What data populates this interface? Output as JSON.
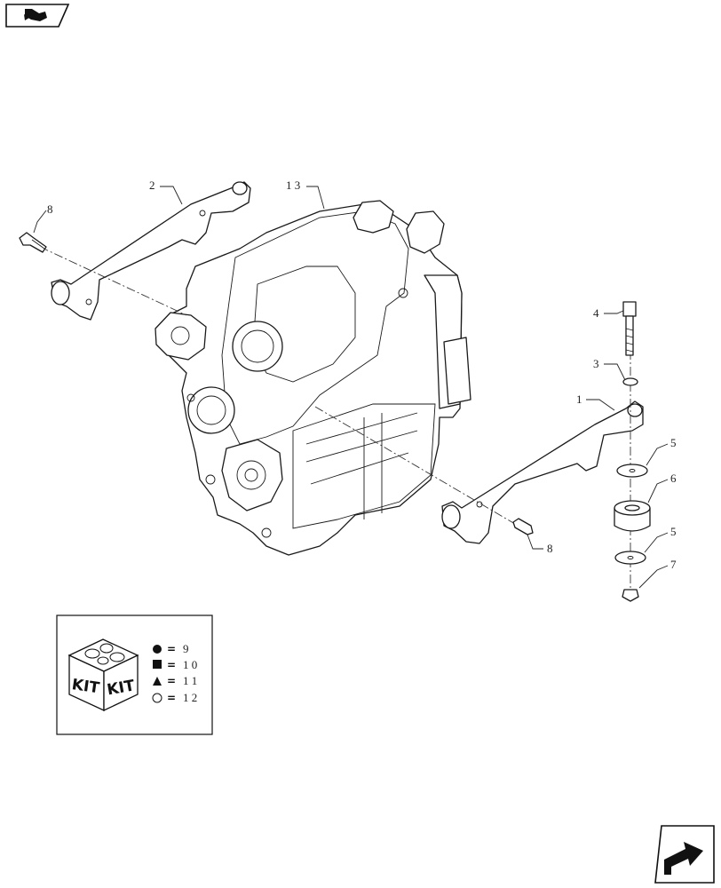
{
  "callouts": {
    "c1": "1",
    "c2": "2",
    "c3": "3",
    "c4": "4",
    "c5a": "5",
    "c5b": "5",
    "c6": "6",
    "c7": "7",
    "c8a": "8",
    "c8b": "8",
    "c13": "1 3"
  },
  "kit": {
    "label_left": "KIT",
    "label_right": "KIT",
    "legend": [
      {
        "symbol": "filled-circle",
        "value": "9"
      },
      {
        "symbol": "filled-square",
        "value": "1 0"
      },
      {
        "symbol": "filled-triangle",
        "value": "1 1"
      },
      {
        "symbol": "open-circle",
        "value": "1 2"
      }
    ],
    "equals": "="
  },
  "icons": {
    "top_left": "book-arrow-icon",
    "bottom_right": "next-page-arrow-icon"
  }
}
